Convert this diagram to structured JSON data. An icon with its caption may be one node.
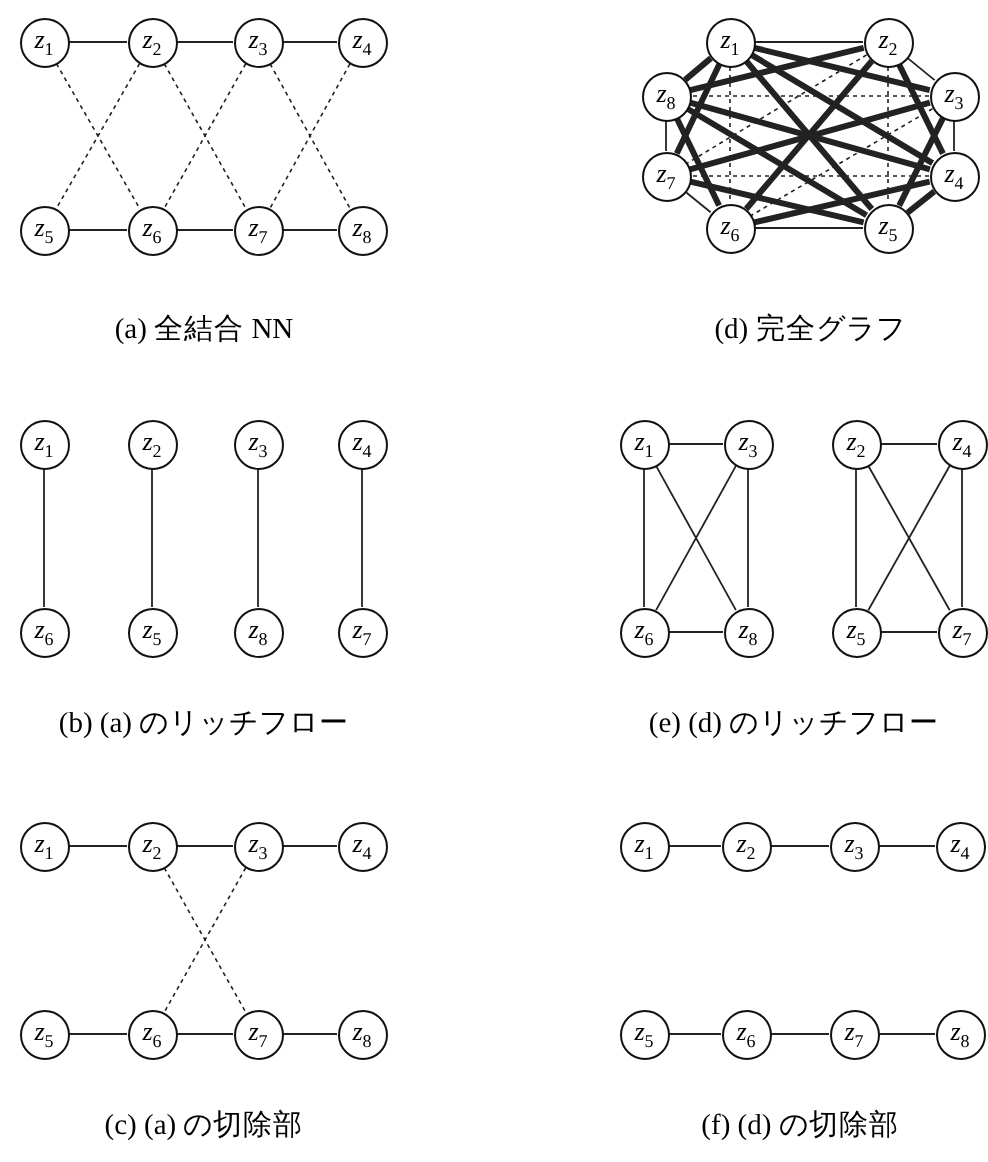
{
  "diagram": {
    "nodes": [
      {
        "text": [
          "*z*$_{1}$"
        ]
      },
      {
        "text": [
          "*z*$_{2}$"
        ]
      },
      {
        "text": [
          "*z*$_{3}$"
        ]
      },
      {
        "text": [
          "*z*$_{4}$"
        ]
      },
      {
        "text": [
          "*z*$_{5}$"
        ]
      },
      {
        "text": [
          "*z*$_{6}$"
        ]
      },
      {
        "text": [
          "*z*$_{7}$"
        ]
      },
      {
        "text": [
          "*z*$_{8}$"
        ]
      },
      {
        "text": [
          "*z*$_{1}$"
        ]
      },
      {
        "text": [
          "*z*$_{2}$"
        ]
      },
      {
        "text": [
          "*z*$_{3}$"
        ]
      },
      {
        "text": [
          "*z*$_{4}$"
        ]
      },
      {
        "text": [
          "*z*$_{5}$"
        ]
      },
      {
        "text": [
          "*z*$_{6}$"
        ]
      },
      {
        "text": [
          "*z*$_{7}$"
        ]
      },
      {
        "text": [
          "*z*$_{8}$"
        ]
      },
      {
        "text": [
          "*z*$_{1}$"
        ]
      },
      {
        "text": [
          "*z*$_{2}$"
        ]
      },
      {
        "text": [
          "*z*$_{3}$"
        ]
      },
      {
        "text": [
          "*z*$_{4}$"
        ]
      },
      {
        "text": [
          "*z*$_{6}$"
        ]
      },
      {
        "text": [
          "*z*$_{5}$"
        ]
      },
      {
        "text": [
          "*z*$_{8}$"
        ]
      },
      {
        "text": [
          "*z*$_{7}$"
        ]
      },
      {
        "text": [
          "*z*$_{1}$"
        ]
      },
      {
        "text": [
          "*z*$_{3}$"
        ]
      },
      {
        "text": [
          "*z*$_{2}$"
        ]
      },
      {
        "text": [
          "*z*$_{4}$"
        ]
      },
      {
        "text": [
          "*z*$_{6}$"
        ]
      },
      {
        "text": [
          "*z*$_{8}$"
        ]
      },
      {
        "text": [
          "*z*$_{5}$"
        ]
      },
      {
        "text": [
          "*z*$_{7}$"
        ]
      },
      {
        "text": [
          "*z*$_{1}$"
        ]
      },
      {
        "text": [
          "*z*$_{2}$"
        ]
      },
      {
        "text": [
          "*z*$_{3}$"
        ]
      },
      {
        "text": [
          "*z*$_{4}$"
        ]
      },
      {
        "text": [
          "*z*$_{5}$"
        ]
      },
      {
        "text": [
          "*z*$_{6}$"
        ]
      },
      {
        "text": [
          "*z*$_{7}$"
        ]
      },
      {
        "text": [
          "*z*$_{8}$"
        ]
      },
      {
        "text": [
          "*z*$_{1}$"
        ]
      },
      {
        "text": [
          "*z*$_{2}$"
        ]
      },
      {
        "text": [
          "*z*$_{3}$"
        ]
      },
      {
        "text": [
          "*z*$_{4}$"
        ]
      },
      {
        "text": [
          "*z*$_{5}$"
        ]
      },
      {
        "text": [
          "*z*$_{6}$"
        ]
      },
      {
        "text": [
          "*z*$_{7}$"
        ]
      },
      {
        "text": [
          "*z*$_{8}$"
        ]
      }
    ],
    "edges": [
      {
        "from": 0,
        "to": 1,
        "arrow": "none"
      },
      {
        "from": 1,
        "to": 2,
        "arrow": "none"
      },
      {
        "from": 2,
        "to": 3,
        "arrow": "none"
      },
      {
        "from": 4,
        "to": 5,
        "arrow": "none"
      },
      {
        "from": 5,
        "to": 6,
        "arrow": "none"
      },
      {
        "from": 6,
        "to": 7,
        "arrow": "none"
      },
      {
        "from": 0,
        "to": 5,
        "arrow": "none",
        "style": "dashed"
      },
      {
        "from": 1,
        "to": 4,
        "arrow": "none",
        "style": "dashed"
      },
      {
        "from": 1,
        "to": 6,
        "arrow": "none",
        "style": "dashed"
      },
      {
        "from": 2,
        "to": 5,
        "arrow": "none",
        "style": "dashed"
      },
      {
        "from": 2,
        "to": 7,
        "arrow": "none",
        "style": "dashed"
      },
      {
        "from": 3,
        "to": 6,
        "arrow": "none",
        "style": "dashed"
      },
      {
        "from": 8,
        "to": 9,
        "arrow": "none"
      },
      {
        "from": 9,
        "to": 10,
        "arrow": "none"
      },
      {
        "from": 10,
        "to": 11,
        "arrow": "none"
      },
      {
        "from": 12,
        "to": 13,
        "arrow": "none"
      },
      {
        "from": 13,
        "to": 14,
        "arrow": "none"
      },
      {
        "from": 14,
        "to": 15,
        "arrow": "none"
      },
      {
        "from": 8,
        "to": 13,
        "arrow": "none",
        "style": "dashed"
      },
      {
        "from": 9,
        "to": 12,
        "arrow": "none",
        "style": "dashed"
      },
      {
        "from": 9,
        "to": 14,
        "arrow": "none",
        "style": "dashed"
      },
      {
        "from": 10,
        "to": 13,
        "arrow": "none",
        "style": "dashed"
      },
      {
        "from": 10,
        "to": 15,
        "arrow": "none",
        "style": "dashed"
      },
      {
        "from": 11,
        "to": 14,
        "arrow": "none",
        "style": "dashed"
      },
      {
        "from": 8,
        "to": 10,
        "arrow": "none",
        "style": "thick"
      },
      {
        "from": 8,
        "to": 11,
        "arrow": "none",
        "style": "thick"
      },
      {
        "from": 8,
        "to": 12,
        "arrow": "none",
        "style": "thick"
      },
      {
        "from": 8,
        "to": 14,
        "arrow": "none",
        "style": "thick"
      },
      {
        "from": 8,
        "to": 15,
        "arrow": "none",
        "style": "thick"
      },
      {
        "from": 9,
        "to": 11,
        "arrow": "none",
        "style": "thick"
      },
      {
        "from": 9,
        "to": 13,
        "arrow": "none",
        "style": "thick"
      },
      {
        "from": 9,
        "to": 15,
        "arrow": "none",
        "style": "thick"
      },
      {
        "from": 10,
        "to": 12,
        "arrow": "none",
        "style": "thick"
      },
      {
        "from": 10,
        "to": 14,
        "arrow": "none",
        "style": "thick"
      },
      {
        "from": 11,
        "to": 12,
        "arrow": "none",
        "style": "thick"
      },
      {
        "from": 11,
        "to": 13,
        "arrow": "none",
        "style": "thick"
      },
      {
        "from": 11,
        "to": 15,
        "arrow": "none",
        "style": "thick"
      },
      {
        "from": 12,
        "to": 14,
        "arrow": "none",
        "style": "thick"
      },
      {
        "from": 12,
        "to": 15,
        "arrow": "none",
        "style": "thick"
      },
      {
        "from": 13,
        "to": 15,
        "arrow": "none",
        "style": "thick"
      },
      {
        "from": 16,
        "to": 20,
        "arrow": "none"
      },
      {
        "from": 17,
        "to": 21,
        "arrow": "none"
      },
      {
        "from": 18,
        "to": 22,
        "arrow": "none"
      },
      {
        "from": 19,
        "to": 23,
        "arrow": "none"
      },
      {
        "from": 24,
        "to": 25,
        "arrow": "none"
      },
      {
        "from": 24,
        "to": 28,
        "arrow": "none"
      },
      {
        "from": 24,
        "to": 29,
        "arrow": "none"
      },
      {
        "from": 25,
        "to": 28,
        "arrow": "none"
      },
      {
        "from": 25,
        "to": 29,
        "arrow": "none"
      },
      {
        "from": 28,
        "to": 29,
        "arrow": "none"
      },
      {
        "from": 26,
        "to": 27,
        "arrow": "none"
      },
      {
        "from": 26,
        "to": 30,
        "arrow": "none"
      },
      {
        "from": 26,
        "to": 31,
        "arrow": "none"
      },
      {
        "from": 27,
        "to": 30,
        "arrow": "none"
      },
      {
        "from": 27,
        "to": 31,
        "arrow": "none"
      },
      {
        "from": 30,
        "to": 31,
        "arrow": "none"
      },
      {
        "from": 32,
        "to": 33,
        "arrow": "none"
      },
      {
        "from": 33,
        "to": 34,
        "arrow": "none"
      },
      {
        "from": 34,
        "to": 35,
        "arrow": "none"
      },
      {
        "from": 36,
        "to": 37,
        "arrow": "none"
      },
      {
        "from": 37,
        "to": 38,
        "arrow": "none"
      },
      {
        "from": 38,
        "to": 39,
        "arrow": "none"
      },
      {
        "from": 33,
        "to": 38,
        "arrow": "none",
        "style": "dashed"
      },
      {
        "from": 34,
        "to": 37,
        "arrow": "none",
        "style": "dashed"
      },
      {
        "from": 40,
        "to": 41,
        "arrow": "none"
      },
      {
        "from": 41,
        "to": 42,
        "arrow": "none"
      },
      {
        "from": 42,
        "to": 43,
        "arrow": "none"
      },
      {
        "from": 44,
        "to": 45,
        "arrow": "none"
      },
      {
        "from": 45,
        "to": 46,
        "arrow": "none"
      },
      {
        "from": 46,
        "to": 47,
        "arrow": "none"
      }
    ],
    "labels": [
      "(a) 全結合 NN",
      "(d) 完全グラフ",
      "(b) (a) のリッチフロー",
      "(e) (d) のリッチフロー",
      "(c) (a) の切除部",
      "(f) (d) の切除部"
    ]
  }
}
